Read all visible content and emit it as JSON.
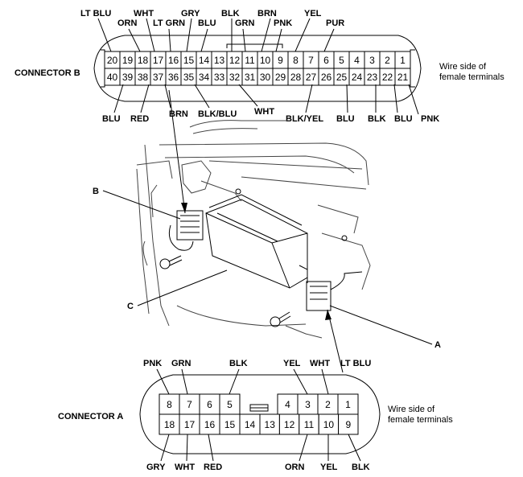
{
  "connector_b": {
    "title": "CONNECTOR B",
    "note_line1": "Wire side of",
    "note_line2": "female terminals",
    "top_row": [
      "20",
      "19",
      "18",
      "17",
      "16",
      "15",
      "14",
      "13",
      "12",
      "11",
      "10",
      "9",
      "8",
      "7",
      "6",
      "5",
      "4",
      "3",
      "2",
      "1"
    ],
    "bottom_row": [
      "40",
      "39",
      "38",
      "37",
      "36",
      "35",
      "34",
      "33",
      "32",
      "31",
      "30",
      "29",
      "28",
      "27",
      "26",
      "25",
      "24",
      "23",
      "22",
      "21"
    ],
    "top_labels": [
      "LT BLU",
      "ORN",
      "WHT",
      "LT GRN",
      "GRY",
      "BLU",
      "BLK",
      "GRN",
      "BRN",
      "PNK",
      "YEL",
      "PUR"
    ],
    "bottom_labels": [
      "BLU",
      "RED",
      "BRN",
      "BLK/BLU",
      "WHT",
      "BLK/YEL",
      "BLU",
      "BLK",
      "BLU",
      "PNK"
    ]
  },
  "connector_a": {
    "title": "CONNECTOR A",
    "note_line1": "Wire side of",
    "note_line2": "female terminals",
    "top_left": [
      "8",
      "7",
      "6",
      "5"
    ],
    "top_right": [
      "4",
      "3",
      "2",
      "1"
    ],
    "bottom_row": [
      "18",
      "17",
      "16",
      "15",
      "14",
      "13",
      "12",
      "11",
      "10",
      "9"
    ],
    "top_labels": [
      "PNK",
      "GRN",
      "BLK",
      "YEL",
      "WHT",
      "LT BLU"
    ],
    "bottom_labels": [
      "GRY",
      "WHT",
      "RED",
      "ORN",
      "YEL",
      "BLK"
    ]
  },
  "callouts": {
    "a": "A",
    "b": "B",
    "c": "C"
  }
}
